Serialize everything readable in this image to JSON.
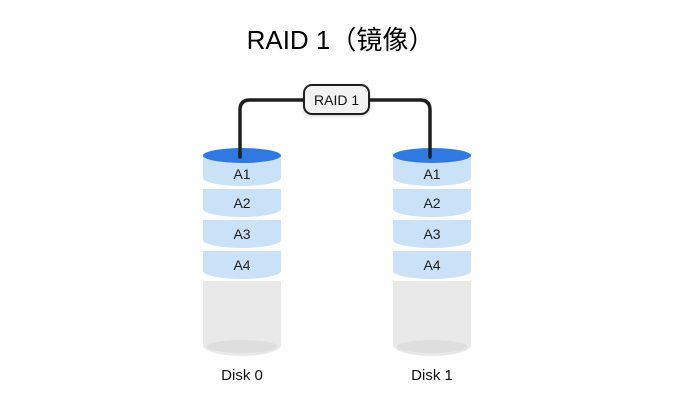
{
  "title": "RAID 1（镜像）",
  "raid_node": {
    "label": "RAID 1"
  },
  "disks": [
    {
      "name": "Disk 0",
      "blocks": [
        "A1",
        "A2",
        "A3",
        "A4"
      ]
    },
    {
      "name": "Disk 1",
      "blocks": [
        "A1",
        "A2",
        "A3",
        "A4"
      ]
    }
  ],
  "colors": {
    "disk_top_ellipse": "#2f7ae2",
    "block_fill": "#c9e2f8",
    "disk_body": "#e9e9ea",
    "disk_bottom_ellipse": "#dedede",
    "connector_line": "#1f1f1f",
    "node_fill": "#f2f2f3",
    "node_border": "#1f1f1f"
  }
}
